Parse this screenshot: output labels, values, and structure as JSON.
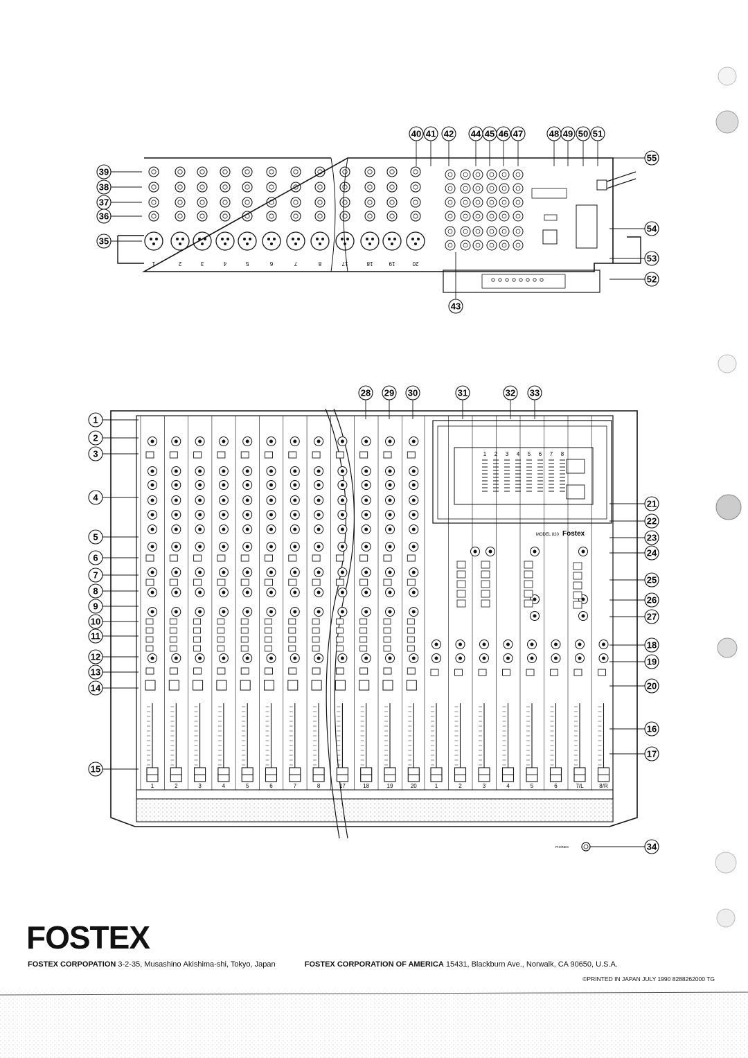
{
  "rear_callouts_top": [
    "40",
    "41",
    "42",
    "44",
    "45",
    "46",
    "47",
    "48",
    "49",
    "50",
    "51"
  ],
  "rear_callouts_left": [
    "39",
    "38",
    "37",
    "36",
    "35"
  ],
  "rear_callouts_right": [
    "55",
    "54",
    "53",
    "52"
  ],
  "rear_callout_bottom": "43",
  "rear_channel_labels": [
    "1",
    "2",
    "3",
    "4",
    "5",
    "6",
    "7",
    "8",
    "17",
    "18",
    "19",
    "20"
  ],
  "front_callouts_top": [
    "28",
    "29",
    "30",
    "31",
    "32",
    "33"
  ],
  "front_callouts_left": [
    "1",
    "2",
    "3",
    "4",
    "5",
    "6",
    "7",
    "8",
    "9",
    "10",
    "11",
    "12",
    "13",
    "14",
    "15"
  ],
  "front_callouts_right": [
    "21",
    "22",
    "23",
    "24",
    "25",
    "26",
    "27",
    "18",
    "19",
    "20",
    "16",
    "17"
  ],
  "front_callout_phones": "34",
  "front_strip_labels": [
    "1",
    "2",
    "3",
    "4",
    "5",
    "6",
    "7",
    "8",
    "17",
    "18",
    "19",
    "20",
    "1",
    "2",
    "3",
    "4",
    "5",
    "6",
    "7/L",
    "8/R"
  ],
  "meter_labels": [
    "1",
    "2",
    "3",
    "4",
    "5",
    "6",
    "7",
    "8"
  ],
  "model_label": "MODEL 820",
  "panel_brand": "Fostex",
  "phones_label": "PHONES",
  "brand_logo": "FOSTEX",
  "address_jp_company": "FOSTEX CORPOPATION",
  "address_jp": "3-2-35, Musashinо Akishima-shi, Tokyo, Japan",
  "address_us_company": "FOSTEX CORPORATION OF AMERICA",
  "address_us": "15431, Blackburn Ave., Norwalk, CA 90650, U.S.A.",
  "printed_line": "©PRINTED IN JAPAN JULY 1990 8288262000 TG"
}
